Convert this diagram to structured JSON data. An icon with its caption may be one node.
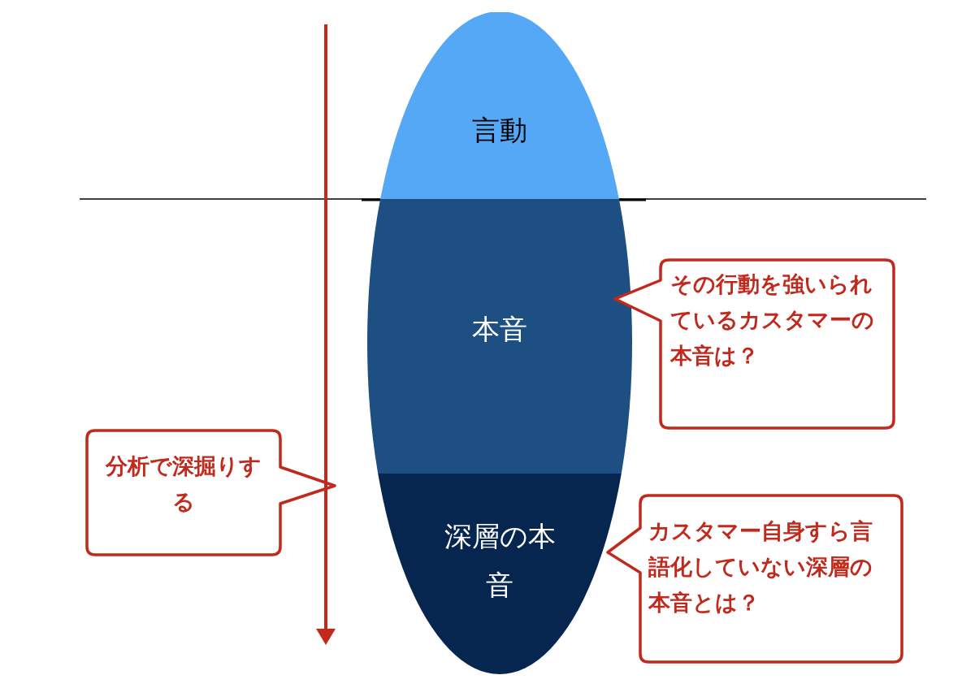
{
  "diagram": {
    "nodes": [
      {
        "text": [
          "言動"
        ]
      },
      {
        "text": [
          "本音"
        ]
      },
      {
        "text": [
          "深層の本音"
        ]
      },
      {
        "text": [
          "その行動を強いられているカスタマーの本音は？"
        ]
      },
      {
        "text": [
          "カスタマー自身すら言語化していない深層の本音とは？"
        ]
      },
      {
        "text": [
          "分析で深掘りする"
        ]
      }
    ]
  }
}
